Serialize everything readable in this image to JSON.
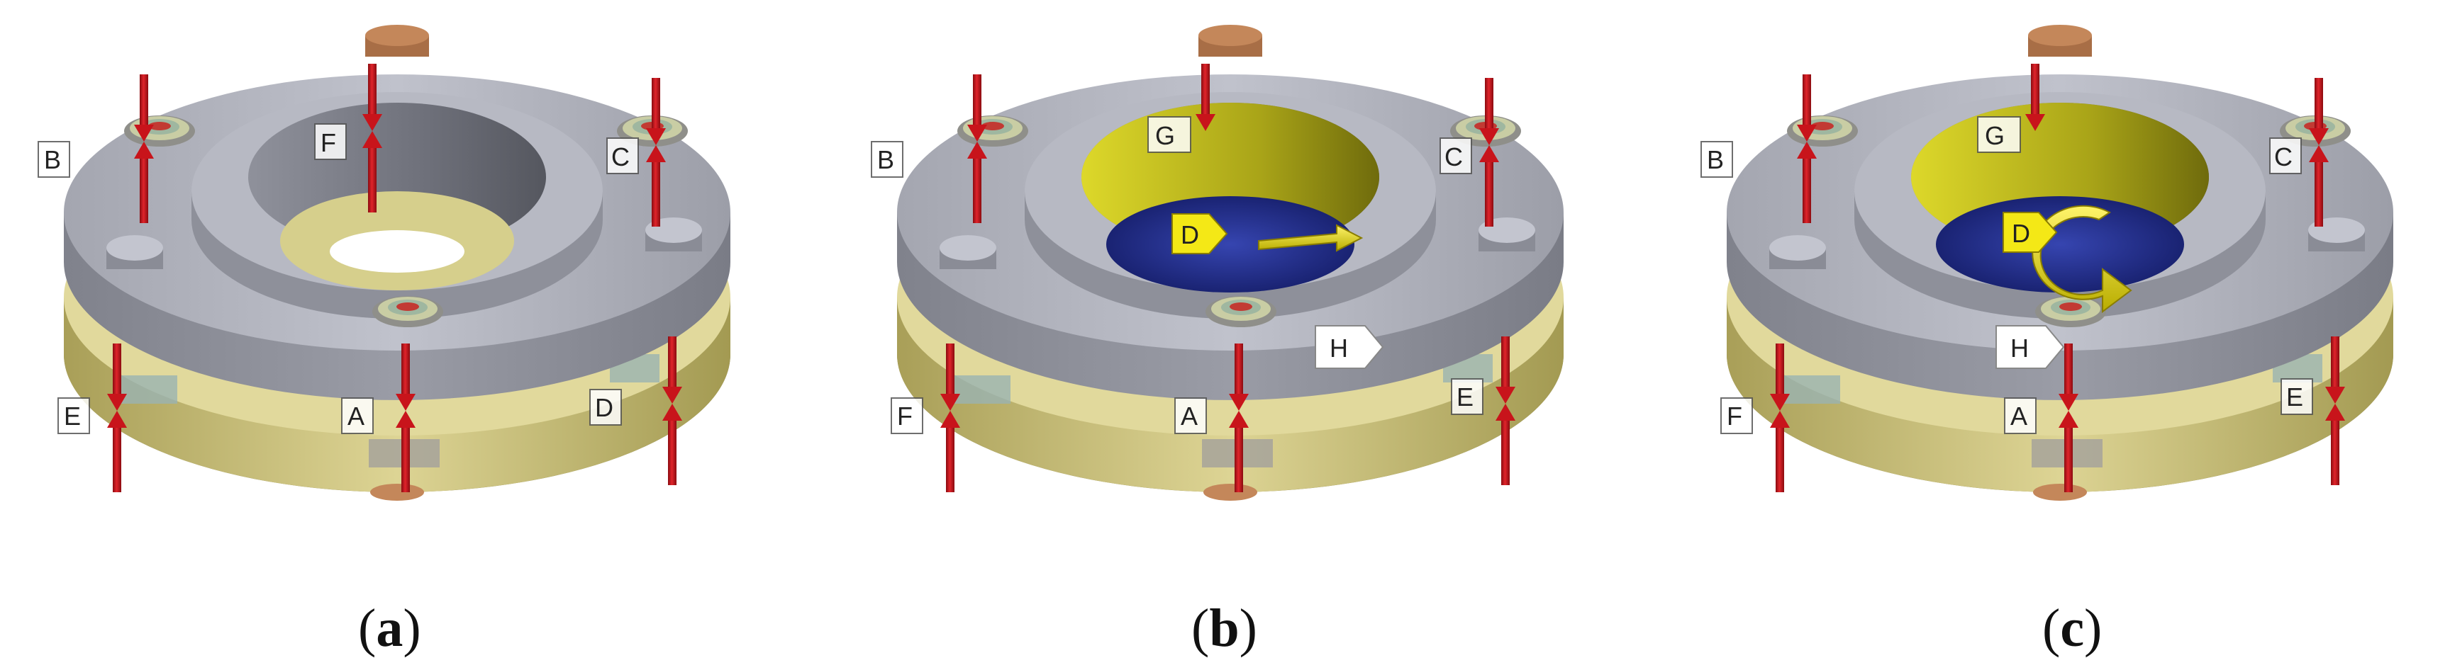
{
  "figure": {
    "panels": [
      {
        "id": "a",
        "caption_open": "(",
        "caption_letter": "a",
        "caption_close": ")",
        "labels": [
          "B",
          "F",
          "C",
          "E",
          "A",
          "D"
        ],
        "moment_label": "",
        "force_arrow_label": "",
        "torque_label": ""
      },
      {
        "id": "b",
        "caption_open": "(",
        "caption_letter": "b",
        "caption_close": ")",
        "labels": [
          "B",
          "G",
          "C",
          "F",
          "A",
          "E",
          "H"
        ],
        "force_arrow_label": "D",
        "torque_label": ""
      },
      {
        "id": "c",
        "caption_open": "(",
        "caption_letter": "c",
        "caption_close": ")",
        "labels": [
          "B",
          "G",
          "C",
          "F",
          "A",
          "E",
          "H"
        ],
        "force_arrow_label": "",
        "torque_label": "D"
      }
    ],
    "colors": {
      "steel": "#a9abb5",
      "steel_top": "#b9bbc6",
      "steel_dark": "#8a8c96",
      "flange_yellow": "#d8cf8a",
      "flange_yellow_dark": "#b3aa63",
      "bore_inner": "#d9d28f",
      "bore_yellow": "#c9c21e",
      "bore_blue": "#1f2b8c",
      "red_arrow": "#c8141b",
      "pin_copper": "#c4875a",
      "label_yellow": "#f4e816"
    }
  }
}
